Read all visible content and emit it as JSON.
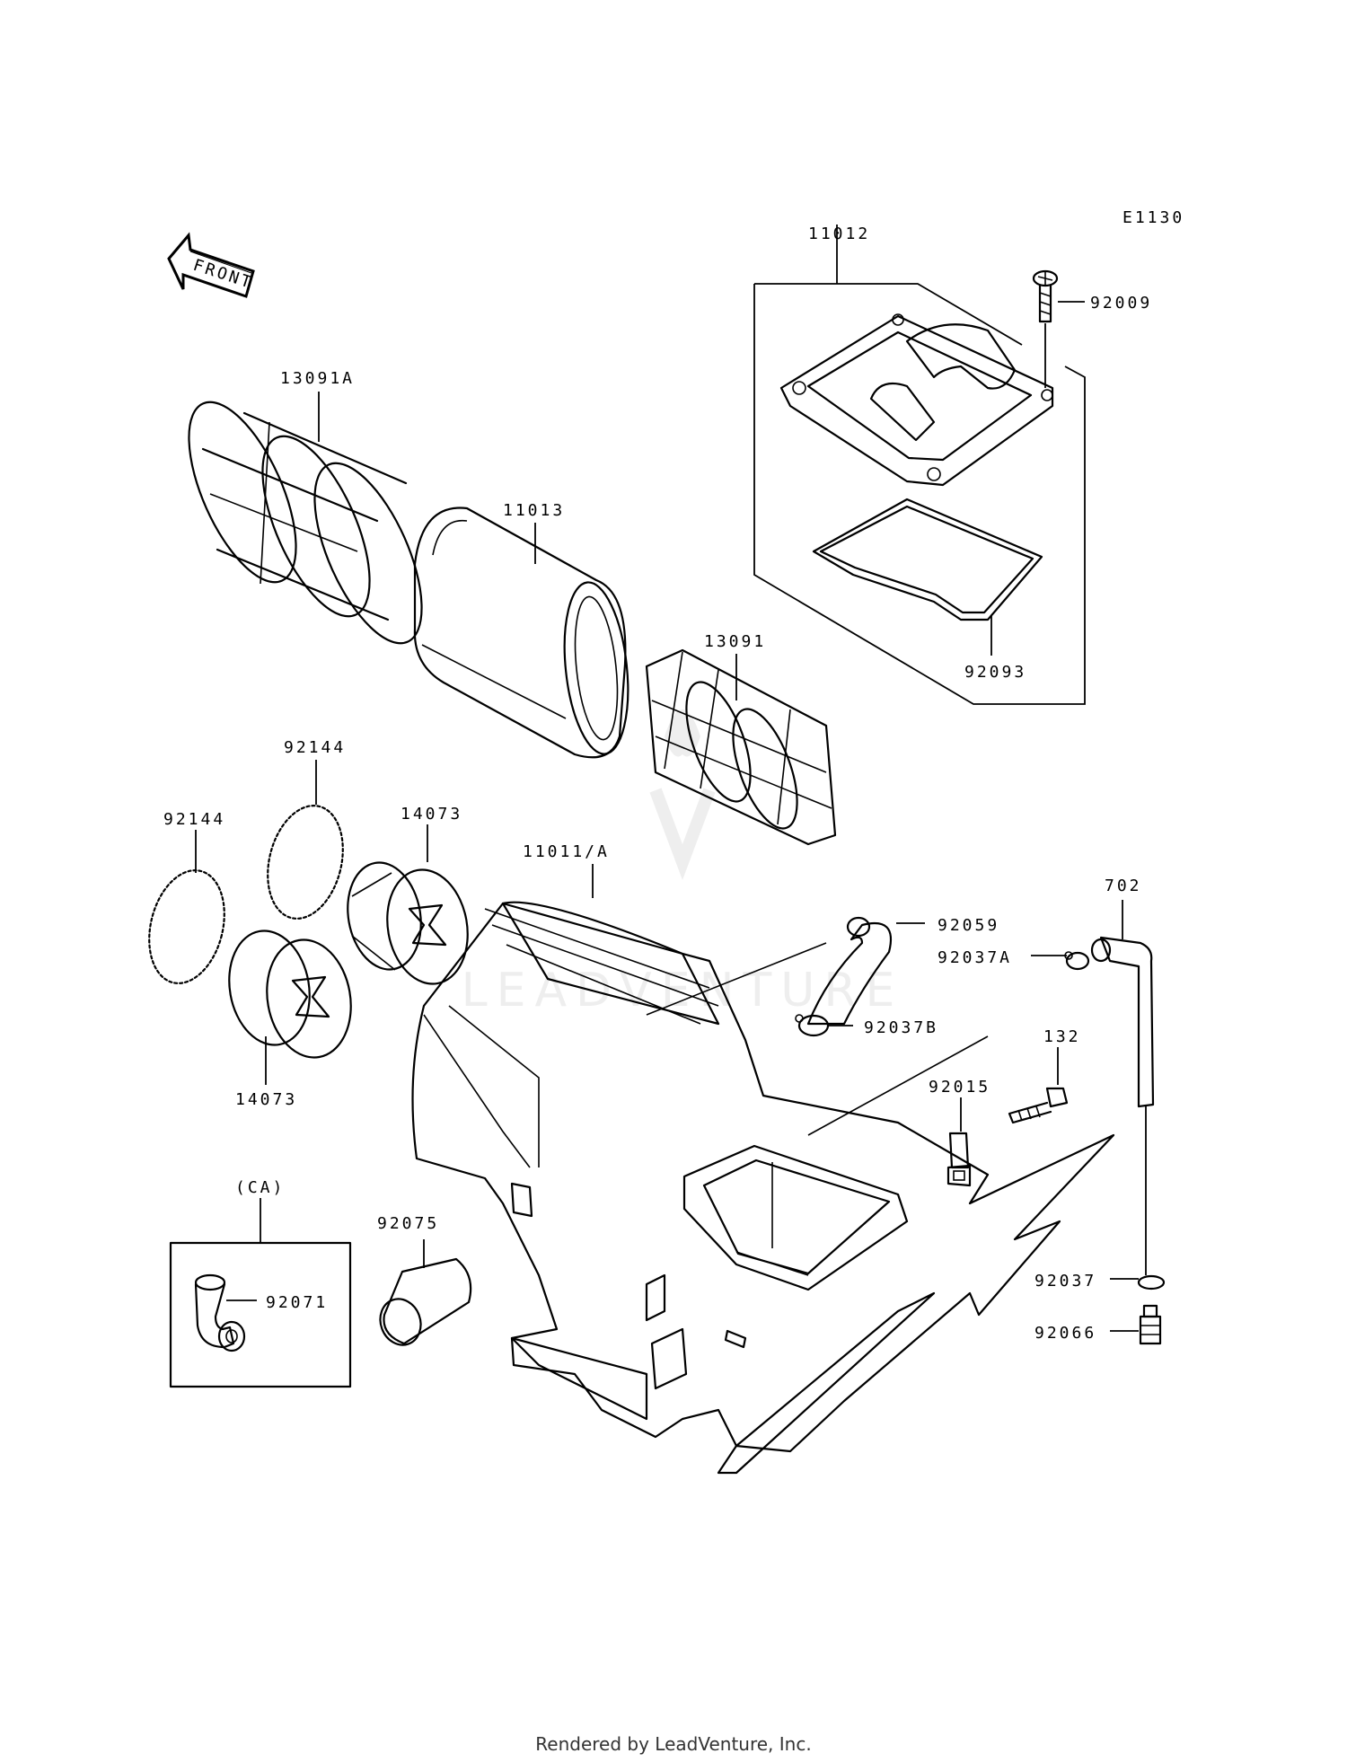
{
  "diagram_code": "E1130",
  "front_label": "FRONT",
  "watermark": "LEADVENTURE",
  "footer": "Rendered by LeadVenture, Inc.",
  "inset_label": "(CA)",
  "parts": {
    "p11012": "11012",
    "p92009": "92009",
    "p92093": "92093",
    "p13091A": "13091A",
    "p11013": "11013",
    "p13091": "13091",
    "p92144a": "92144",
    "p92144b": "92144",
    "p14073a": "14073",
    "p14073b": "14073",
    "p11011A": "11011/A",
    "p92059": "92059",
    "p702": "702",
    "p92037A": "92037A",
    "p92037B": "92037B",
    "p132": "132",
    "p92015": "92015",
    "p92075": "92075",
    "p92071": "92071",
    "p92037": "92037",
    "p92066": "92066"
  }
}
